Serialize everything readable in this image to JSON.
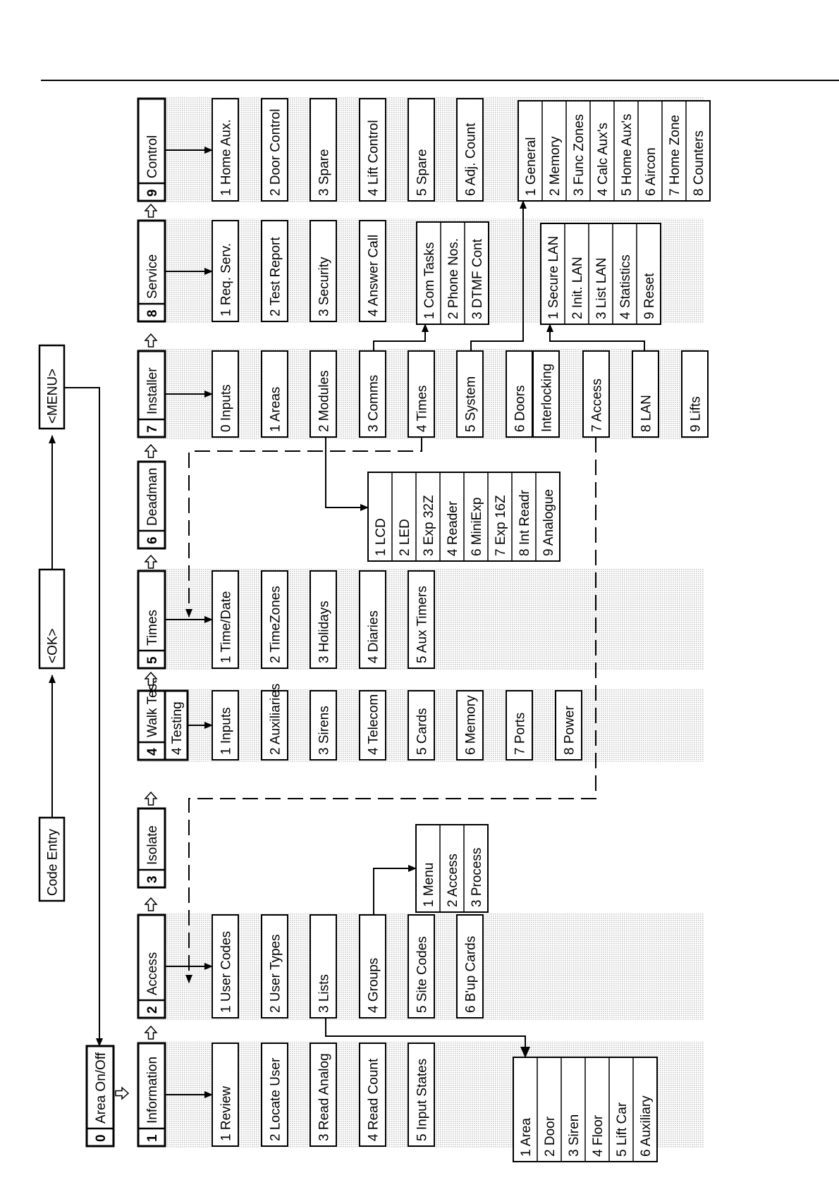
{
  "rotation_deg": -90,
  "nav": {
    "code_entry": "Code Entry",
    "ok": "<OK>",
    "menu": "<MENU>"
  },
  "area_on_off": {
    "num": "0",
    "label": "Area On/Off"
  },
  "menus": [
    {
      "num": "1",
      "label": "Information",
      "items": [
        "1 Review",
        "2 Locate User",
        "3 Read Analog",
        "4 Read Count",
        "5 Input States"
      ]
    },
    {
      "num": "2",
      "label": "Access",
      "items": [
        "1 User Codes",
        "2 User Types",
        "3 Lists",
        "4 Groups",
        "5 Site Codes",
        "6 B'up Cards"
      ]
    },
    {
      "num": "3",
      "label": "Isolate",
      "items": []
    },
    {
      "num": "4",
      "label": "Walk Test",
      "sub_label": "4 Testing",
      "items": [
        "1 Inputs",
        "2 Auxiliaries",
        "3 Sirens",
        "4 Telecom",
        "5 Cards",
        "6 Memory",
        "7 Ports",
        "8 Power"
      ]
    },
    {
      "num": "5",
      "label": "Times",
      "items": [
        "1 Time/Date",
        "2 TimeZones",
        "3 Holidays",
        "4 Diaries",
        "5 Aux Timers"
      ]
    },
    {
      "num": "6",
      "label": "Deadman",
      "items": []
    },
    {
      "num": "7",
      "label": "Installer",
      "items": [
        "0 Inputs",
        "1 Areas",
        "2 Modules",
        "3 Comms",
        "4 Times",
        "5 System",
        "6 Doors",
        "Interlocking",
        "7 Access",
        "8 LAN",
        "9 Lifts"
      ]
    },
    {
      "num": "8",
      "label": "Service",
      "items": [
        "1 Req. Serv.",
        "2 Test Report",
        "3 Security",
        "4 Answer Call"
      ]
    },
    {
      "num": "9",
      "label": "Control",
      "items": [
        "1 Home Aux.",
        "2 Door Control",
        "3 Spare",
        "4 Lift Control",
        "5 Spare",
        "6 Adj. Count"
      ]
    }
  ],
  "submenus": {
    "lists": [
      "1 Area",
      "2 Door",
      "3 Siren",
      "4 Floor",
      "5 Lift Car",
      "6 Auxiliary"
    ],
    "groups": [
      "1 Menu",
      "2 Access",
      "3 Process"
    ],
    "modules": [
      "1 LCD",
      "2 LED",
      "3 Exp 32Z",
      "4 Reader",
      "6 MiniExp",
      "7 Exp 16Z",
      "8 Int Readr",
      "9 Analogue"
    ],
    "comms": [
      "1 Com Tasks",
      "2 Phone Nos.",
      "3 DTMF Cont"
    ],
    "lan": [
      "1 Secure LAN",
      "2 Init. LAN",
      "3 List LAN",
      "4 Statistics",
      "9 Reset"
    ],
    "system": [
      "1 General",
      "2 Memory",
      "3 Func Zones",
      "4 Calc Aux's",
      "5 Home Aux's",
      "6 Aircon",
      "7 Home Zone",
      "8 Counters"
    ]
  }
}
